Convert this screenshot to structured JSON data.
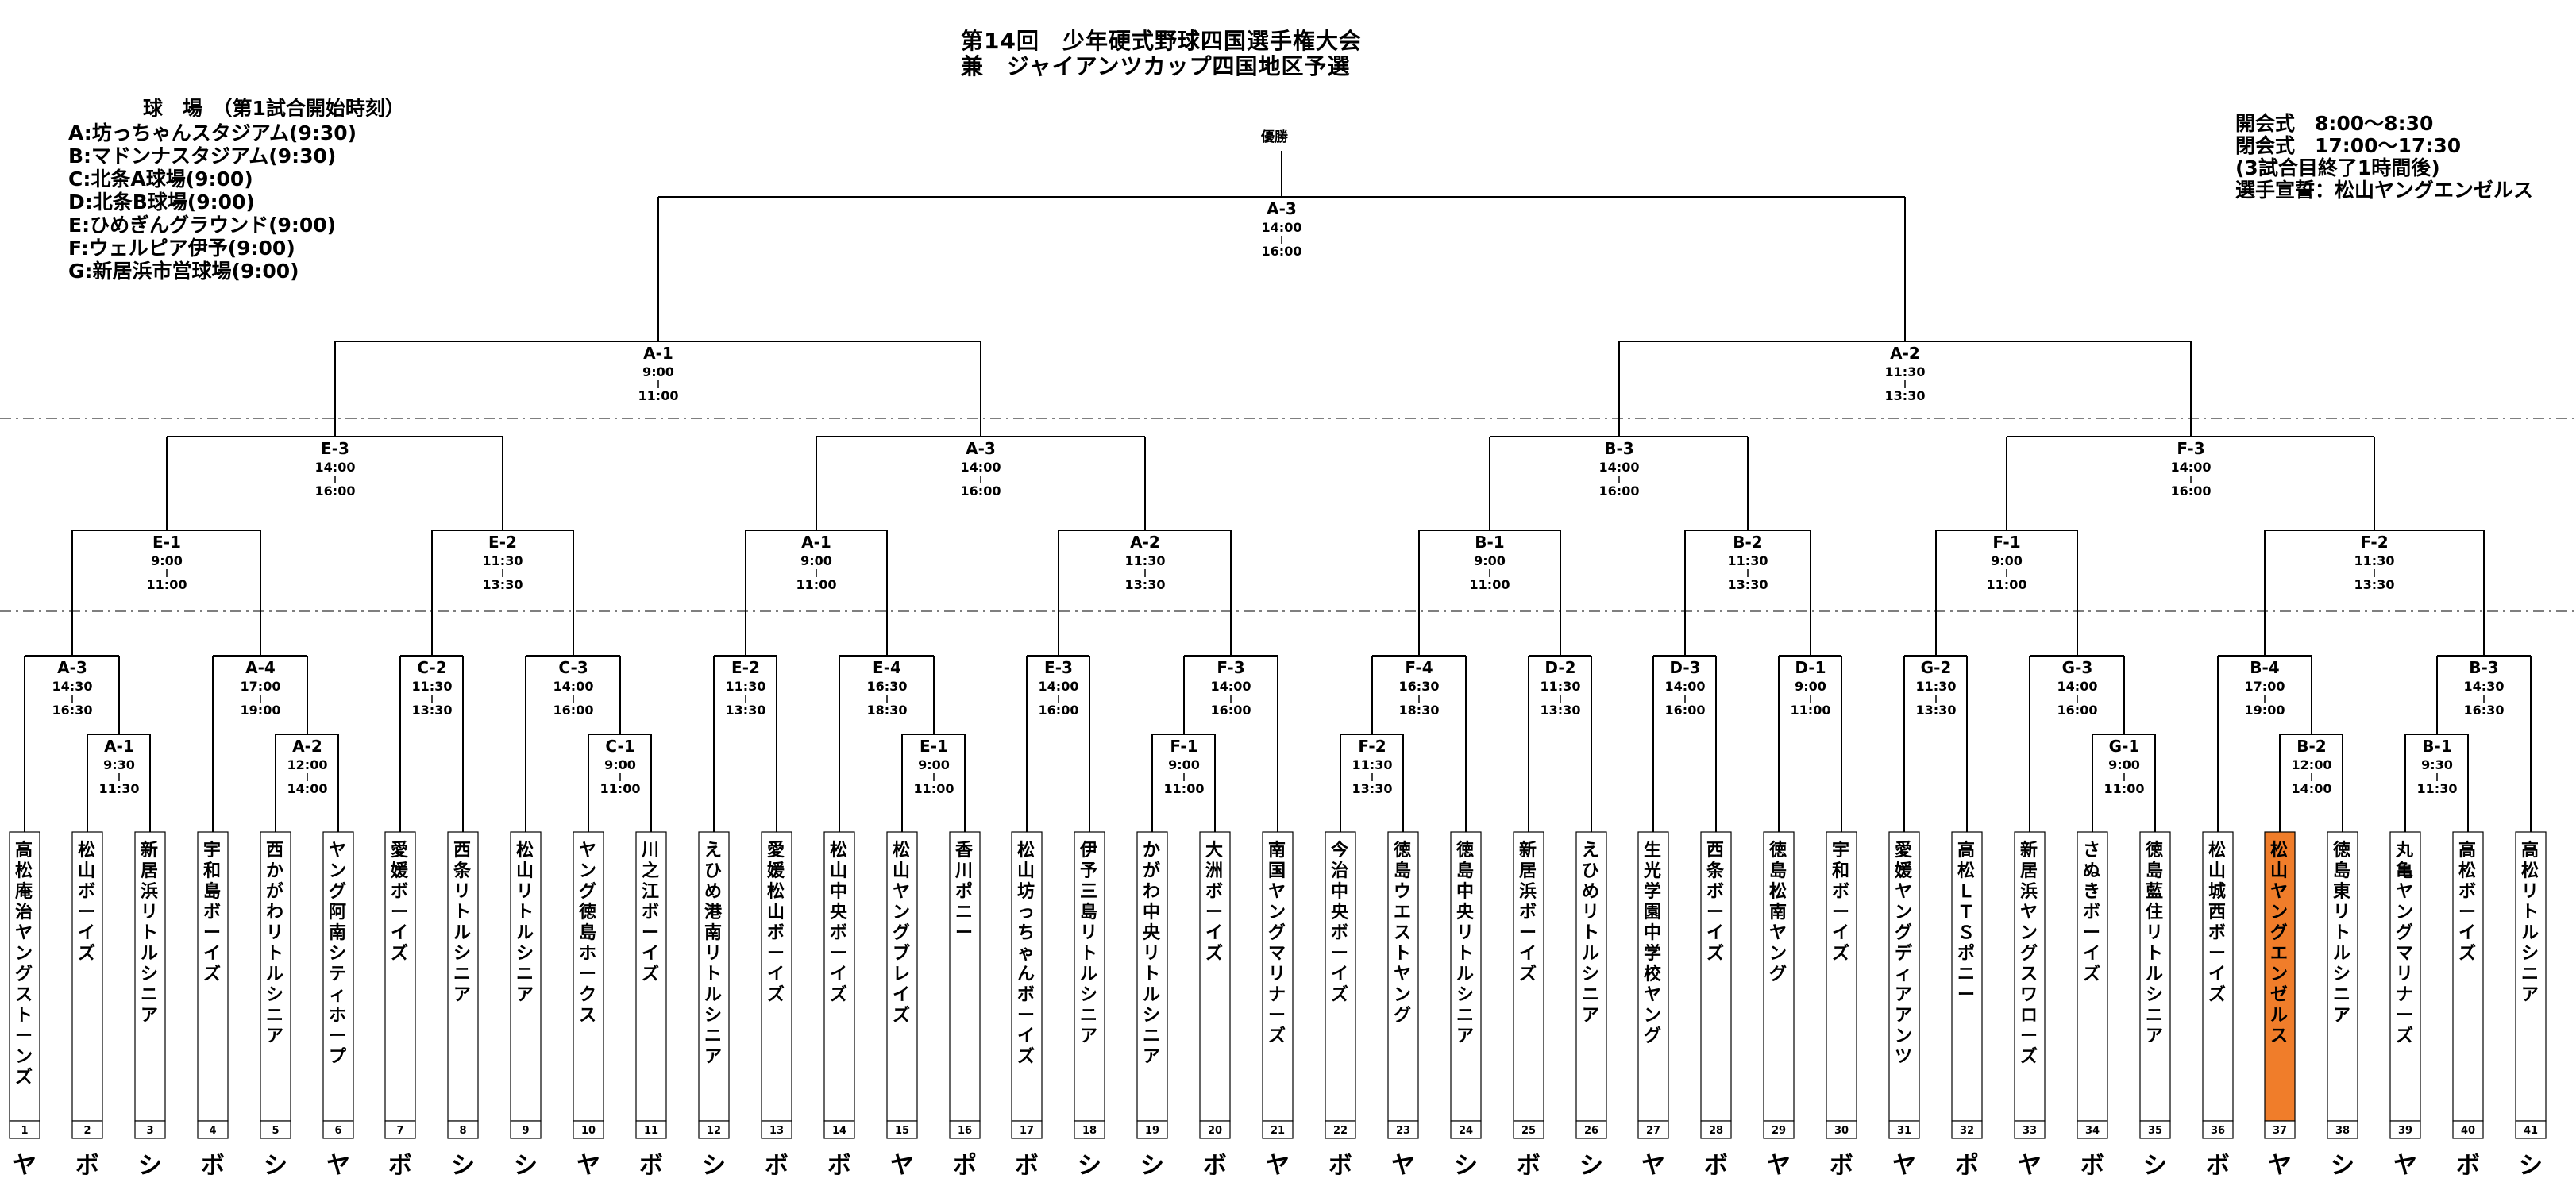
{
  "title": {
    "line1": "第14回　少年硬式野球四国選手権大会",
    "line2": "兼　ジャイアンツカップ四国地区予選"
  },
  "venues": {
    "heading": "球　場　（第1試合開始時刻）",
    "items": [
      "A:坊っちゃんスタジアム(9:30)",
      "B:マドンナスタジアム(9:30)",
      "C:北条A球場(9:00)",
      "D:北条B球場(9:00)",
      "E:ひめぎんグラウンド(9:00)",
      "F:ウェルピア伊予(9:00)",
      "G:新居浜市営球場(9:00)"
    ]
  },
  "ceremony": {
    "lines": [
      "開会式　8:00～8:30",
      "閉会式　17:00～17:30",
      "(3試合目終了1時間後)",
      "選手宣誓：松山ヤングエンゼルス"
    ]
  },
  "champion_label": "優勝",
  "highlight_color": "#f07d2a",
  "teams": [
    {
      "no": "1",
      "name": "高松庵治ヤングストーンズ",
      "league": "ヤ"
    },
    {
      "no": "2",
      "name": "松山ボーイズ",
      "league": "ボ"
    },
    {
      "no": "3",
      "name": "新居浜リトルシニア",
      "league": "シ"
    },
    {
      "no": "4",
      "name": "宇和島ボーイズ",
      "league": "ボ"
    },
    {
      "no": "5",
      "name": "西かがわリトルシニア",
      "league": "シ"
    },
    {
      "no": "6",
      "name": "ヤング阿南シティホープ",
      "league": "ヤ"
    },
    {
      "no": "7",
      "name": "愛媛ボーイズ",
      "league": "ボ"
    },
    {
      "no": "8",
      "name": "西条リトルシニア",
      "league": "シ"
    },
    {
      "no": "9",
      "name": "松山リトルシニア",
      "league": "シ"
    },
    {
      "no": "10",
      "name": "ヤング徳島ホークス",
      "league": "ヤ"
    },
    {
      "no": "11",
      "name": "川之江ボーイズ",
      "league": "ボ"
    },
    {
      "no": "12",
      "name": "えひめ港南リトルシニア",
      "league": "シ"
    },
    {
      "no": "13",
      "name": "愛媛松山ボーイズ",
      "league": "ボ"
    },
    {
      "no": "14",
      "name": "松山中央ボーイズ",
      "league": "ボ"
    },
    {
      "no": "15",
      "name": "松山ヤングブレイズ",
      "league": "ヤ"
    },
    {
      "no": "16",
      "name": "香川ポニー",
      "league": "ポ"
    },
    {
      "no": "17",
      "name": "松山坊っちゃんボーイズ",
      "league": "ボ"
    },
    {
      "no": "18",
      "name": "伊予三島リトルシニア",
      "league": "シ"
    },
    {
      "no": "19",
      "name": "かがわ中央リトルシニア",
      "league": "シ"
    },
    {
      "no": "20",
      "name": "大洲ボーイズ",
      "league": "ボ"
    },
    {
      "no": "21",
      "name": "南国ヤングマリナーズ",
      "league": "ヤ"
    },
    {
      "no": "22",
      "name": "今治中央ボーイズ",
      "league": "ボ"
    },
    {
      "no": "23",
      "name": "徳島ウエストヤング",
      "league": "ヤ"
    },
    {
      "no": "24",
      "name": "徳島中央リトルシニア",
      "league": "シ"
    },
    {
      "no": "25",
      "name": "新居浜ボーイズ",
      "league": "ボ"
    },
    {
      "no": "26",
      "name": "えひめリトルシニア",
      "league": "シ"
    },
    {
      "no": "27",
      "name": "生光学園中学校ヤング",
      "league": "ヤ"
    },
    {
      "no": "28",
      "name": "西条ボーイズ",
      "league": "ボ"
    },
    {
      "no": "29",
      "name": "徳島松南ヤング",
      "league": "ヤ"
    },
    {
      "no": "30",
      "name": "宇和ボーイズ",
      "league": "ボ"
    },
    {
      "no": "31",
      "name": "愛媛ヤングディアアンツ",
      "league": "ヤ"
    },
    {
      "no": "32",
      "name": "高松ＬＴＳポニー",
      "league": "ポ"
    },
    {
      "no": "33",
      "name": "新居浜ヤングスワローズ",
      "league": "ヤ"
    },
    {
      "no": "34",
      "name": "さぬきボーイズ",
      "league": "ボ"
    },
    {
      "no": "35",
      "name": "徳島藍住リトルシニア",
      "league": "シ"
    },
    {
      "no": "36",
      "name": "松山城西ボーイズ",
      "league": "ボ"
    },
    {
      "no": "37",
      "name": "松山ヤングエンゼルス",
      "league": "ヤ",
      "highlight": true
    },
    {
      "no": "38",
      "name": "徳島東リトルシニア",
      "league": "シ"
    },
    {
      "no": "39",
      "name": "丸亀ヤングマリナーズ",
      "league": "ヤ"
    },
    {
      "no": "40",
      "name": "高松ボーイズ",
      "league": "ボ"
    },
    {
      "no": "41",
      "name": "高松リトルシニア",
      "league": "シ"
    }
  ],
  "games": [
    {
      "id": "m1",
      "code": "A-1",
      "start": "9:30",
      "end": "11:30"
    },
    {
      "id": "m2",
      "code": "A-3",
      "start": "14:30",
      "end": "16:30"
    },
    {
      "id": "m3",
      "code": "A-2",
      "start": "12:00",
      "end": "14:00"
    },
    {
      "id": "m4",
      "code": "A-4",
      "start": "17:00",
      "end": "19:00"
    },
    {
      "id": "m5",
      "code": "E-1",
      "start": "9:00",
      "end": "11:00"
    },
    {
      "id": "m6",
      "code": "C-2",
      "start": "11:30",
      "end": "13:30"
    },
    {
      "id": "m7",
      "code": "C-1",
      "start": "9:00",
      "end": "11:00"
    },
    {
      "id": "m8",
      "code": "C-3",
      "start": "14:00",
      "end": "16:00"
    },
    {
      "id": "m9",
      "code": "E-2",
      "start": "11:30",
      "end": "13:30"
    },
    {
      "id": "m10",
      "code": "E-3",
      "start": "14:00",
      "end": "16:00"
    },
    {
      "id": "m11",
      "code": "E-2",
      "start": "11:30",
      "end": "13:30"
    },
    {
      "id": "m12",
      "code": "E-1",
      "start": "9:00",
      "end": "11:00"
    },
    {
      "id": "m13",
      "code": "E-4",
      "start": "16:30",
      "end": "18:30"
    },
    {
      "id": "m14",
      "code": "A-1",
      "start": "9:00",
      "end": "11:00"
    },
    {
      "id": "m15",
      "code": "E-3",
      "start": "14:00",
      "end": "16:00"
    },
    {
      "id": "m16",
      "code": "F-1",
      "start": "9:00",
      "end": "11:00"
    },
    {
      "id": "m17",
      "code": "F-3",
      "start": "14:00",
      "end": "16:00"
    },
    {
      "id": "m18",
      "code": "A-2",
      "start": "11:30",
      "end": "13:30"
    },
    {
      "id": "m19",
      "code": "A-3",
      "start": "14:00",
      "end": "16:00"
    },
    {
      "id": "m20",
      "code": "A-1",
      "start": "9:00",
      "end": "11:00"
    },
    {
      "id": "m21",
      "code": "F-2",
      "start": "11:30",
      "end": "13:30"
    },
    {
      "id": "m22",
      "code": "F-4",
      "start": "16:30",
      "end": "18:30"
    },
    {
      "id": "m23",
      "code": "D-2",
      "start": "11:30",
      "end": "13:30"
    },
    {
      "id": "m24",
      "code": "B-1",
      "start": "9:00",
      "end": "11:00"
    },
    {
      "id": "m25",
      "code": "D-3",
      "start": "14:00",
      "end": "16:00"
    },
    {
      "id": "m26",
      "code": "D-1",
      "start": "9:00",
      "end": "11:00"
    },
    {
      "id": "m27",
      "code": "B-2",
      "start": "11:30",
      "end": "13:30"
    },
    {
      "id": "m28",
      "code": "B-3",
      "start": "14:00",
      "end": "16:00"
    },
    {
      "id": "m29",
      "code": "G-2",
      "start": "11:30",
      "end": "13:30"
    },
    {
      "id": "m30",
      "code": "G-1",
      "start": "9:00",
      "end": "11:00"
    },
    {
      "id": "m31",
      "code": "G-3",
      "start": "14:00",
      "end": "16:00"
    },
    {
      "id": "m32",
      "code": "F-1",
      "start": "9:00",
      "end": "11:00"
    },
    {
      "id": "m33",
      "code": "B-2",
      "start": "12:00",
      "end": "14:00"
    },
    {
      "id": "m34",
      "code": "B-4",
      "start": "17:00",
      "end": "19:00"
    },
    {
      "id": "m35",
      "code": "B-1",
      "start": "9:30",
      "end": "11:30"
    },
    {
      "id": "m36",
      "code": "B-3",
      "start": "14:30",
      "end": "16:30"
    },
    {
      "id": "m37",
      "code": "F-2",
      "start": "11:30",
      "end": "13:30"
    },
    {
      "id": "m38",
      "code": "F-3",
      "start": "14:00",
      "end": "16:00"
    },
    {
      "id": "m39",
      "code": "A-2",
      "start": "11:30",
      "end": "13:30"
    },
    {
      "id": "m40",
      "code": "A-3",
      "start": "14:00",
      "end": "16:00"
    }
  ]
}
